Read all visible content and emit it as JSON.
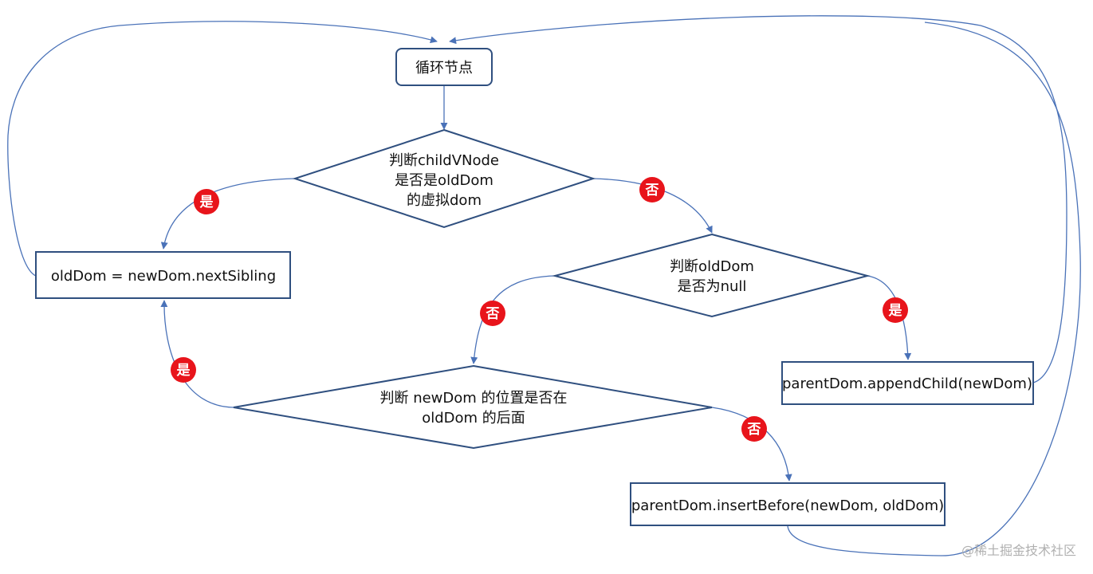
{
  "nodes": {
    "loop": {
      "lines": [
        "循环节点"
      ]
    },
    "is_virtual": {
      "lines": [
        "判断childVNode",
        "是否是oldDom",
        "的虚拟dom"
      ]
    },
    "next_sibling": {
      "lines": [
        "oldDom = newDom.nextSibling"
      ]
    },
    "is_null": {
      "lines": [
        "判断oldDom",
        "是否为null"
      ]
    },
    "append_child": {
      "lines": [
        "parentDom.appendChild(newDom)"
      ]
    },
    "is_after": {
      "lines": [
        "判断 newDom 的位置是否在",
        "oldDom 的后面"
      ]
    },
    "insert_before": {
      "lines": [
        "parentDom.insertBefore(newDom, oldDom)"
      ]
    }
  },
  "badges": {
    "yes": "是",
    "no": "否"
  },
  "watermark": "@稀土掘金技术社区",
  "colors": {
    "border": "#2f4f7f",
    "edge": "#4a72b8",
    "badge": "#e8141b",
    "text": "#111111"
  }
}
